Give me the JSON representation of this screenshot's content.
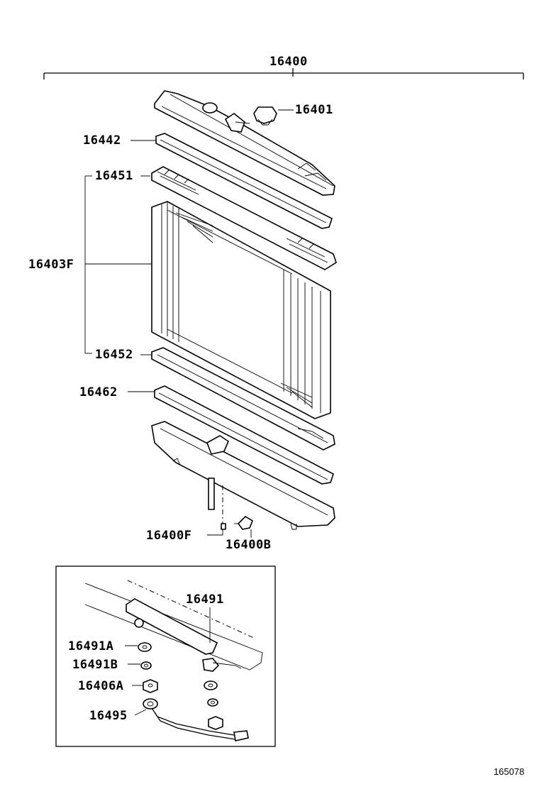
{
  "labels": {
    "assembly": "16400",
    "cap": "16401",
    "upper_gasket": "16442",
    "upper_plate": "16451",
    "core": "16403F",
    "lower_plate": "16452",
    "lower_gasket": "16462",
    "drain_plug_f": "16400F",
    "drain_cock": "16400B",
    "inset_bracket": "16491",
    "inset_washer_a": "16491A",
    "inset_washer_b": "16491B",
    "inset_nut": "16406A",
    "inset_hose": "16495"
  },
  "figure_number": "165078"
}
